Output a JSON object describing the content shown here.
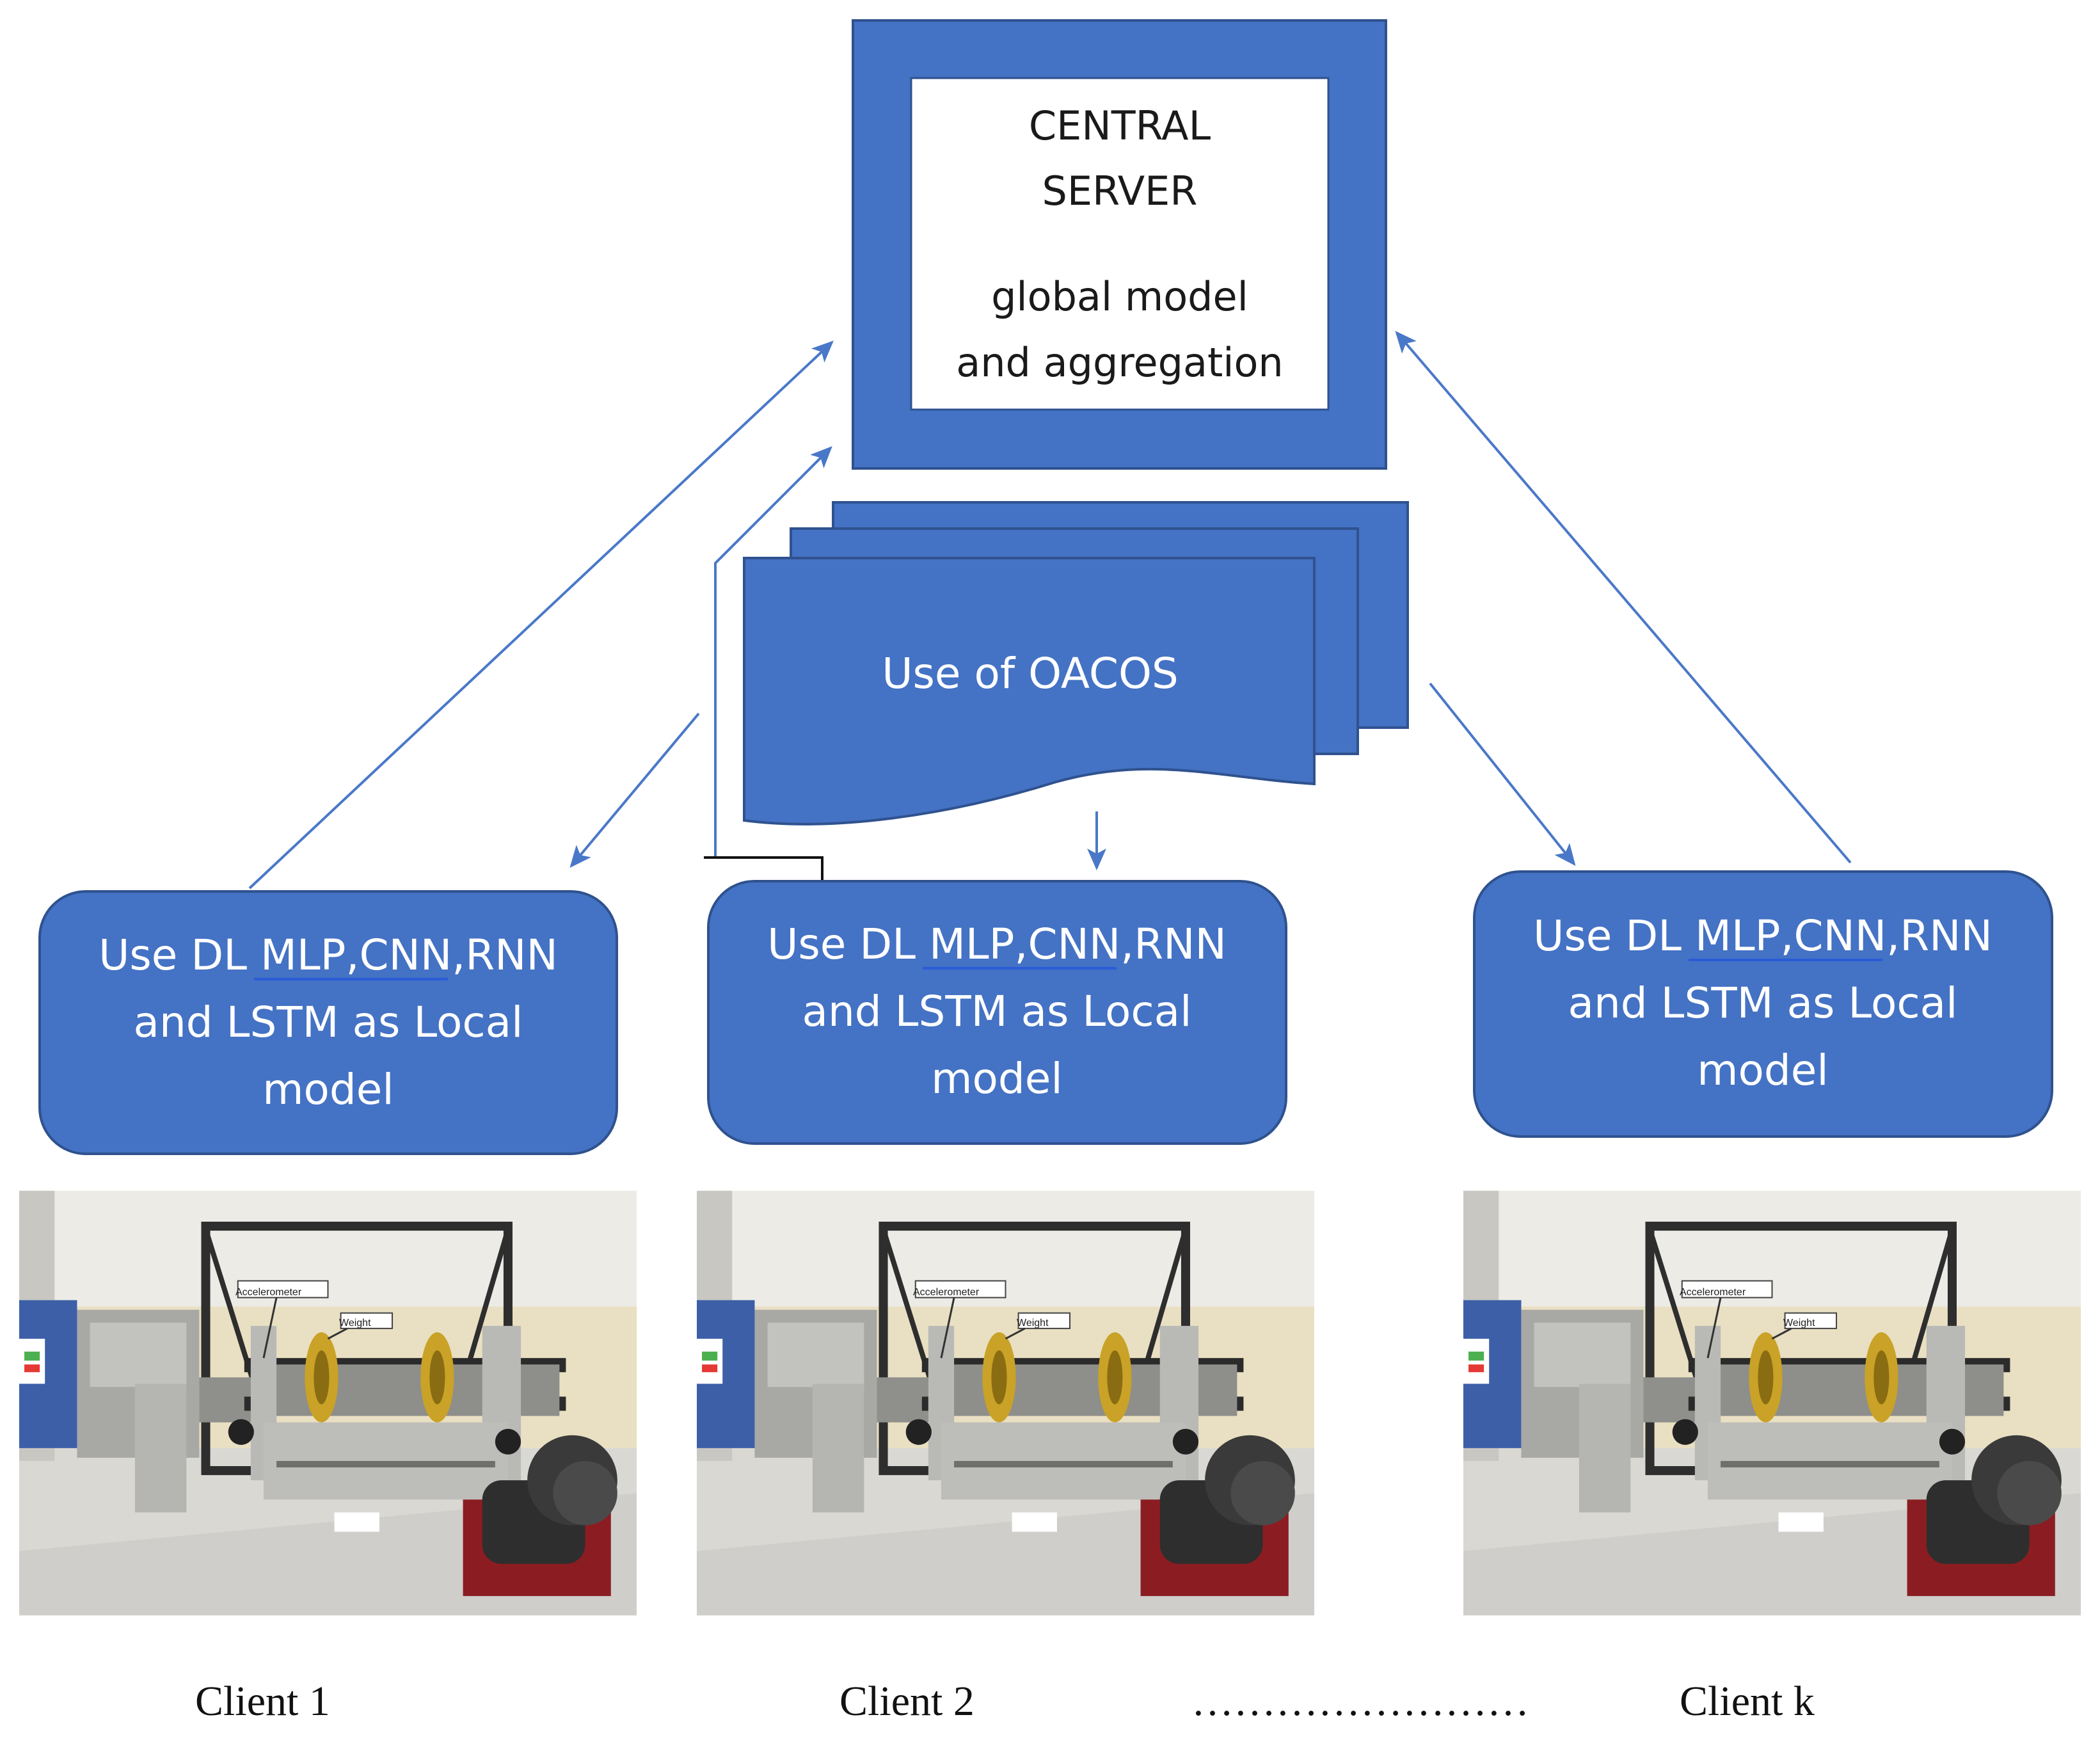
{
  "colors": {
    "accent": "#4472C4",
    "accent_dark": "#2F528F",
    "arrow": "#4A78C8"
  },
  "server": {
    "line1": "CENTRAL",
    "line2": "SERVER",
    "line3": "global model",
    "line4": "and aggregation"
  },
  "oacos": {
    "label": "Use of OACOS"
  },
  "local_models": [
    {
      "line1_a": "Use DL ",
      "line1_b": "MLP,CNN",
      "line1_c": ",RNN",
      "line2": "and LSTM as Local",
      "line3": "model"
    },
    {
      "line1_a": "Use DL ",
      "line1_b": "MLP,CNN",
      "line1_c": ",RNN",
      "line2": "and LSTM as Local",
      "line3": "model"
    },
    {
      "line1_a": "Use DL ",
      "line1_b": "MLP,CNN",
      "line1_c": ",RNN",
      "line2": "and LSTM as Local",
      "line3": "model"
    }
  ],
  "photo_labels": {
    "sensor": "Accelerometer",
    "mass": "Weight"
  },
  "clients": [
    {
      "label": "Client 1"
    },
    {
      "label": "Client 2"
    },
    {
      "label": "Client k"
    }
  ],
  "ellipsis": "……………………"
}
